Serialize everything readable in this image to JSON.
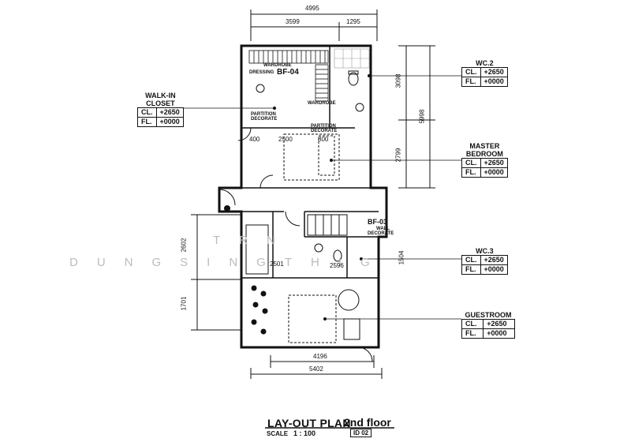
{
  "dimensions": {
    "top_total": "4995",
    "top_left": "3599",
    "top_right": "1295",
    "right_upper": "3098",
    "right_total": "5998",
    "right_lower": "2799",
    "left_upper": "2602",
    "left_lower": "1701",
    "bottom_inner": "4196",
    "bottom_total": "5402",
    "inner_2500": "2500",
    "inner_800": "800",
    "inner_400": "400",
    "inner_2501": "2501",
    "inner_2596": "2596",
    "inner_1504": "1504"
  },
  "room_labels": {
    "wardrobe_top": "WARDROBE",
    "dressing": "DRESSING",
    "bf04": "BF-04",
    "wardrobe_mid": "WARDROBE",
    "partition_left_1": "PARTITION",
    "partition_left_2": "DECORATE",
    "partition_mid_1": "PARTITION",
    "partition_mid_2": "DECORATE",
    "bf03": "BF-03",
    "wall_1": "WALL",
    "wall_2": "DECORATE"
  },
  "tags": {
    "walkin": {
      "title1": "WALK-IN",
      "title2": "CLOSET",
      "cl_label": "CL.",
      "cl_value": "+2650",
      "fl_label": "FL.",
      "fl_value": "+0000"
    },
    "wc2": {
      "title1": "WC.2",
      "cl_label": "CL.",
      "cl_value": "+2650",
      "fl_label": "FL.",
      "fl_value": "+0000"
    },
    "master": {
      "title1": "MASTER",
      "title2": "BEDROOM",
      "cl_label": "CL.",
      "cl_value": "+2650",
      "fl_label": "FL.",
      "fl_value": "+0000"
    },
    "wc3": {
      "title1": "WC.3",
      "cl_label": "CL.",
      "cl_value": "+2650",
      "fl_label": "FL.",
      "fl_value": "+0000"
    },
    "guest": {
      "title1": "GUESTROOM",
      "cl_label": "CL.",
      "cl_value": "+2650",
      "fl_label": "FL.",
      "fl_value": "+0000"
    }
  },
  "watermark": {
    "line1": "TRN",
    "line2": "DUNGSINGTHIG"
  },
  "footer": {
    "title": "LAY-OUT PLAN",
    "floor": "2nd floor",
    "scale_label": "SCALE",
    "scale_value": "1 : 100",
    "id_label": "ID",
    "id_value": "02"
  }
}
